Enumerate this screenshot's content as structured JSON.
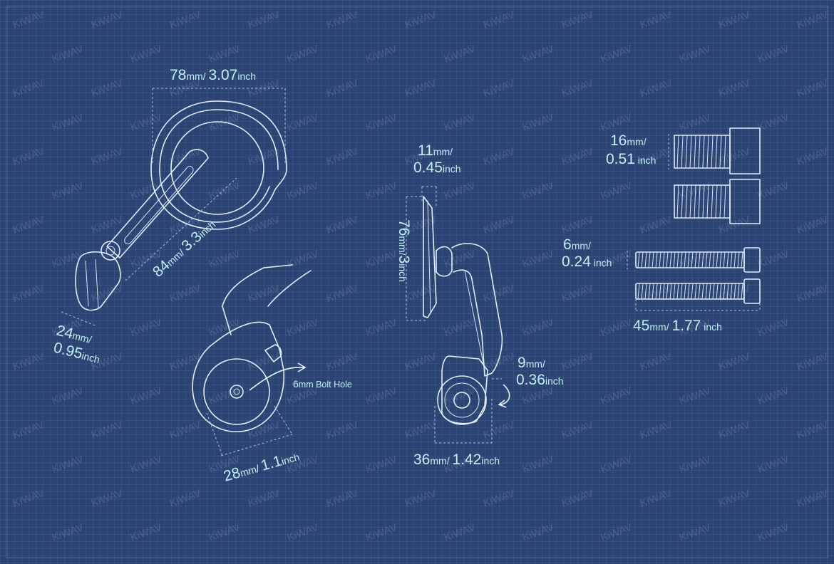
{
  "watermark": {
    "text": "KiWAV"
  },
  "colors": {
    "background": "#2b4474",
    "line": "#e3edf9",
    "label": "#bff2f2",
    "dimension": "#a9c2e4"
  },
  "mirror_front_view": {
    "width": {
      "value": "78",
      "unit": "mm",
      "sep": "/ ",
      "imperial": "3.07",
      "imperial_unit": "inch"
    },
    "arm_length": {
      "value": "84",
      "unit": "mm",
      "sep": "/ ",
      "imperial": "3.3",
      "imperial_unit": "inch"
    },
    "clamp_width": {
      "value": "24",
      "unit": "mm",
      "sep": "/",
      "imperial": "0.95",
      "imperial_unit": "inch"
    }
  },
  "clamp_detail": {
    "bolt_hole": {
      "value": "6",
      "unit": "mm",
      "desc": " Bolt Hole"
    },
    "diameter": {
      "value": "28",
      "unit": "mm",
      "sep": "/ ",
      "imperial": "1.1",
      "imperial_unit": "inch"
    }
  },
  "mirror_side_view": {
    "thickness": {
      "value": "11",
      "unit": "mm",
      "sep": "/",
      "imperial": "0.45",
      "imperial_unit": "inch"
    },
    "height": {
      "value": "76",
      "unit": "mm",
      "sep": "/",
      "imperial": "3",
      "imperial_unit": "inch"
    },
    "offset": {
      "value": "9",
      "unit": "mm",
      "sep": "/",
      "imperial": "0.36",
      "imperial_unit": "inch"
    },
    "base_width": {
      "value": "36",
      "unit": "mm",
      "sep": "/ ",
      "imperial": "1.42",
      "imperial_unit": "inch"
    }
  },
  "bolts": {
    "short_bolt_length": {
      "value": "16",
      "unit": "mm",
      "sep": "/",
      "imperial": "0.51",
      "imperial_unit": " inch"
    },
    "long_bolt_diameter": {
      "value": "6",
      "unit": "mm",
      "sep": "/",
      "imperial": "0.24",
      "imperial_unit": " inch"
    },
    "long_bolt_length": {
      "value": "45",
      "unit": "mm",
      "sep": "/ ",
      "imperial": "1.77",
      "imperial_unit": " inch"
    }
  }
}
